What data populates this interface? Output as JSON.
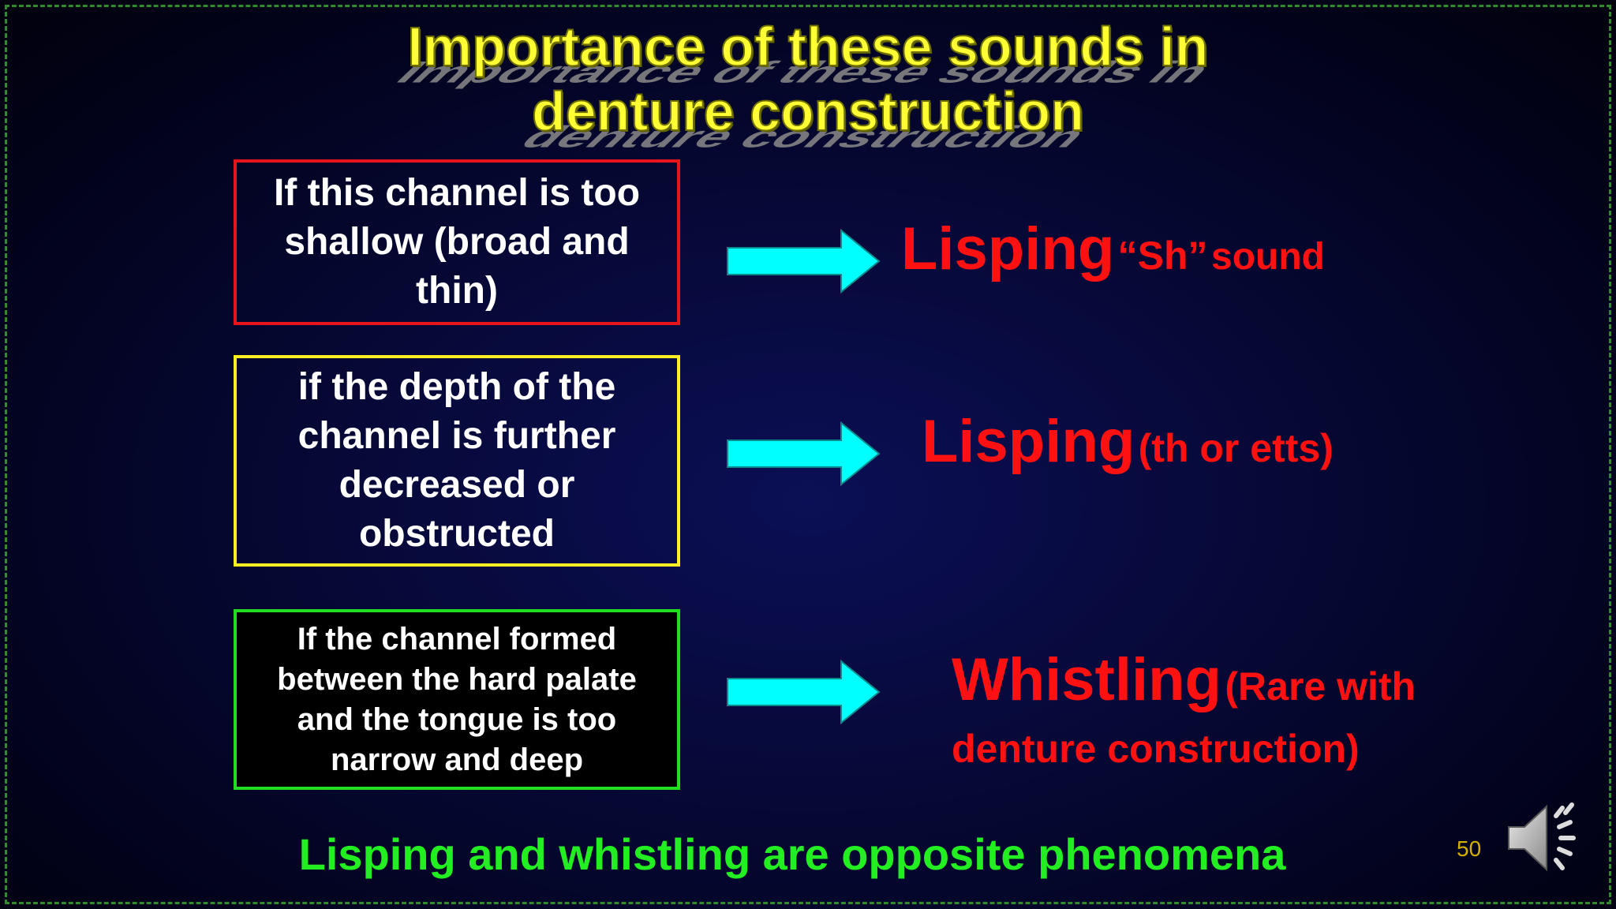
{
  "slide": {
    "title": {
      "line1": "Importance of these sounds in",
      "line2": "denture construction",
      "color": "#ffff33"
    },
    "rows": [
      {
        "condition": "If this channel is too shallow (broad and thin)",
        "box_color": "#e8141c",
        "result_main": "Lisping",
        "result_detail_1": "“Sh”",
        "result_detail_2": "sound"
      },
      {
        "condition": "if the depth of the channel is further decreased or obstructed",
        "box_color": "#ffee22",
        "result_main": "Lisping",
        "result_detail_1": "(th or etts)"
      },
      {
        "condition": "If the channel formed between the hard palate and the tongue is too narrow and deep",
        "box_color": "#22dd22",
        "result_main": "Whistling",
        "result_detail_1": "(Rare with",
        "result_detail_2": "denture construction)"
      }
    ],
    "footer": "Lisping and whistling are opposite phenomena",
    "page_number": "50",
    "arrow_color": "#00ffff",
    "result_color": "#ff1111",
    "footer_color": "#22ee22",
    "icons": {
      "arrow": "right-arrow-icon",
      "audio": "speaker-icon"
    }
  }
}
